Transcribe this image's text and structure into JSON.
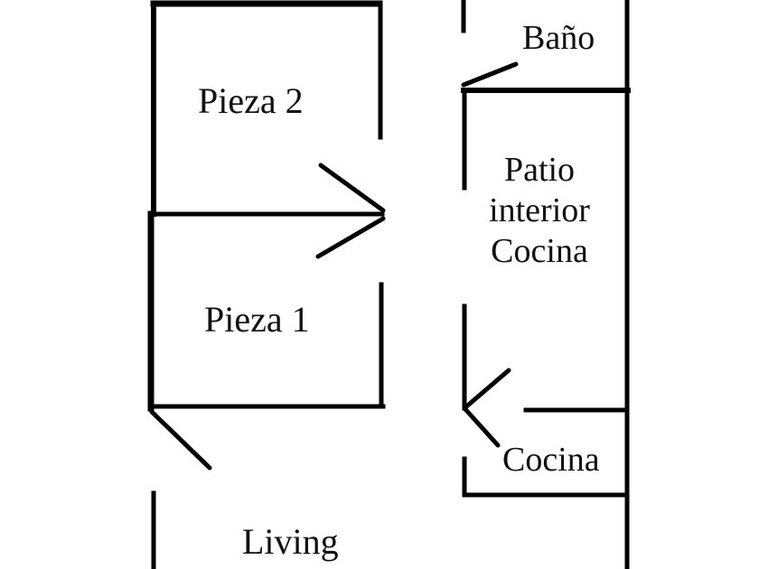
{
  "rooms": {
    "pieza2": "Pieza 2",
    "pieza1": "Pieza 1",
    "bano": "Baño",
    "patio_line1": "Patio",
    "patio_line2": "interior",
    "patio_line3": "Cocina",
    "cocina": "Cocina",
    "living": "Living"
  },
  "colors": {
    "wall": "#000000",
    "background": "#ffffff"
  }
}
